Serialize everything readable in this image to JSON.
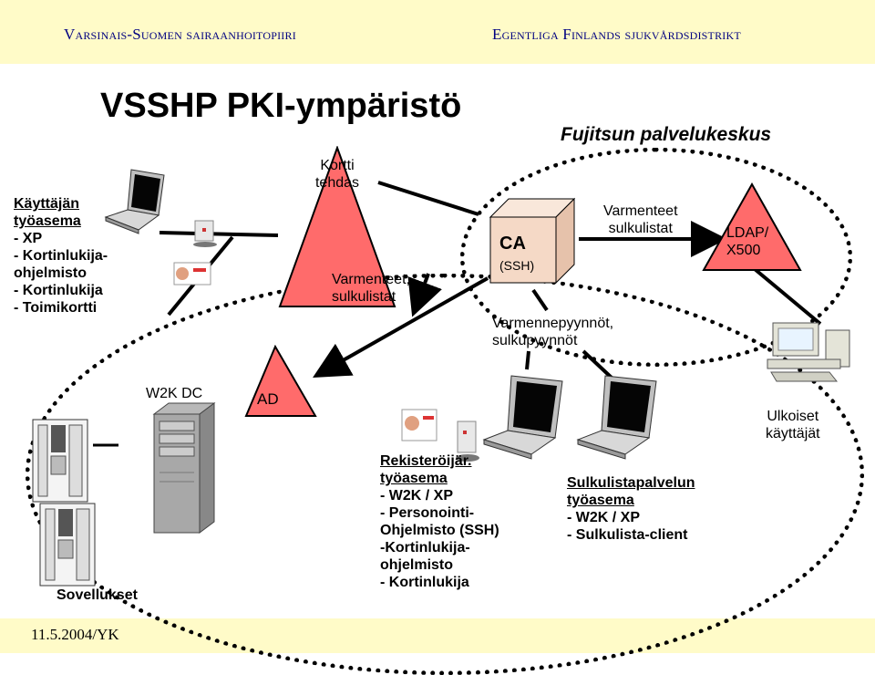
{
  "header": {
    "left": "Varsinais-Suomen sairaanhoitopiiri",
    "right": "Egentliga Finlands sjukvårdsdistrikt"
  },
  "footer": {
    "date": "11.5.2004/YK"
  },
  "title": "VSSHP PKI-ympäristö",
  "fujitsu_label": "Fujitsun palvelukeskus",
  "user_ws": {
    "title_1": "Käyttäjän",
    "title_2": "työasema",
    "line_1": "- XP",
    "line_2": "- Kortinlukija-",
    "line_3": "ohjelmisto",
    "line_4": "- Kortinlukija",
    "line_5": "- Toimikortti"
  },
  "factory": {
    "line_1": "Kortti",
    "line_2": "tehdas"
  },
  "factory_lists": {
    "line_1": "Varmenteet,",
    "line_2": "sulkulistat"
  },
  "ca": {
    "title": "CA",
    "sub": "(SSH)"
  },
  "ca_lists": {
    "line_1": "Varmenteet",
    "line_2": "sulkulistat"
  },
  "ldap": {
    "line_1": "LDAP/",
    "line_2": "X500"
  },
  "ca_requests": {
    "line_1": "Varmennepyynnöt,",
    "line_2": "sulkupyynnöt"
  },
  "w2k_dc": "W2K DC",
  "ad": "AD",
  "external_users": {
    "line_1": "Ulkoiset",
    "line_2": "käyttäjät"
  },
  "applications": "Sovellukset",
  "registrar_ws": {
    "title_1": "Rekisteröijär.",
    "title_2": "työasema",
    "line_1": "- W2K / XP",
    "line_2": "- Personointi-",
    "line_3": "Ohjelmisto (SSH)",
    "line_4": "-Kortinlukija-",
    "line_5": "ohjelmisto",
    "line_6": "- Kortinlukija"
  },
  "revocation_ws": {
    "title_1": "Sulkulistapalvelun",
    "title_2": "työasema",
    "line_1": "- W2K / XP",
    "line_2": "- Sulkulista-client"
  },
  "colors": {
    "banner": "#fffbc8",
    "header_text": "#000080",
    "triangle_fill": "#ff6b6b",
    "ca_box": "#f5d9c6"
  },
  "icons": [
    "laptop-icon",
    "desktop-icon",
    "server-tower-icon",
    "rack-server-icon",
    "smart-card-icon",
    "card-reader-icon"
  ]
}
